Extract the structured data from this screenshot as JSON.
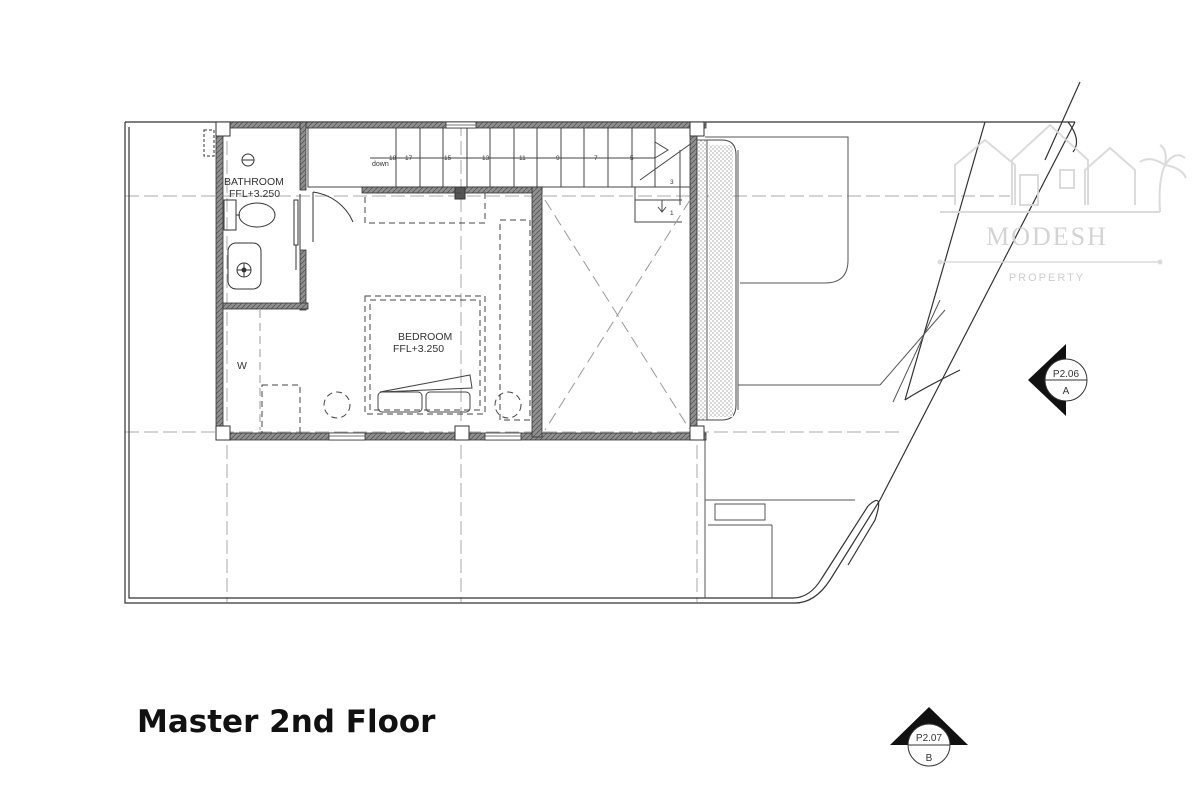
{
  "drawing": {
    "title": "Master 2nd Floor",
    "rooms": [
      {
        "name": "BATHROOM",
        "level": "FFL+3.250"
      },
      {
        "name": "BEDROOM",
        "level": "FFL+3.250"
      }
    ],
    "wardrobe_mark": "W",
    "stair": {
      "direction": "down",
      "steps": [
        "18",
        "17",
        "15",
        "13",
        "11",
        "9",
        "7",
        "5",
        "3",
        "1"
      ]
    },
    "section_markers": [
      {
        "sheet": "P2.06",
        "ref": "A"
      },
      {
        "sheet": "P2.07",
        "ref": "B"
      }
    ]
  },
  "watermark": {
    "brand": "MODESH",
    "tagline": "PROPERTY",
    "icon": "houses-palm-logo-icon"
  },
  "colors": {
    "line": "#333333",
    "wall_fill": "#9a9a9a",
    "grid": "#aaaaaa",
    "title": "#111111",
    "watermark": "#d8d8d8"
  }
}
